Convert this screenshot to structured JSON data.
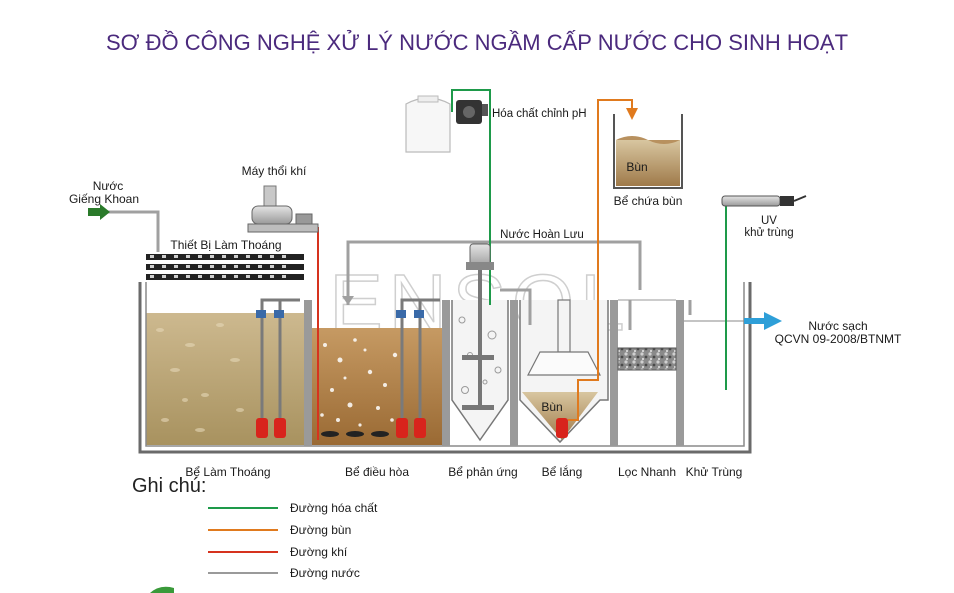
{
  "title": "SƠ ĐỒ CÔNG NGHỆ XỬ LÝ NƯỚC NGẦM CẤP NƯỚC CHO SINH HOẠT",
  "watermark": "ENSOL",
  "labels": {
    "input_water_line1": "Nước",
    "input_water_line2": "Giếng Khoan",
    "blower": "Máy thổi khí",
    "aerator_device": "Thiết Bị Làm Thoáng",
    "chemical": "Hóa chất chỉnh pH",
    "return_water": "Nước Hoàn Lưu",
    "sludge_tank": "Bể chứa bùn",
    "sludge_in_tank": "Bùn",
    "sludge_in_settler": "Bùn",
    "uv_line1": "UV",
    "uv_line2": "khử trùng",
    "output_line1": "Nước sạch",
    "output_line2": "QCVN 09-2008/BTNMT"
  },
  "tanks": [
    "Bể Làm Thoáng",
    "Bể điều hòa",
    "Bể phản ứng",
    "Bể lắng",
    "Lọc Nhanh",
    "Khử Trùng"
  ],
  "legend": {
    "heading": "Ghi chú:",
    "items": [
      {
        "label": "Đường hóa chất",
        "color": "#1e9a4a"
      },
      {
        "label": "Đường bùn",
        "color": "#e07a1e"
      },
      {
        "label": "Đường khí",
        "color": "#d6331e"
      },
      {
        "label": "Đường nước",
        "color": "#9a9a9a"
      }
    ]
  },
  "colors": {
    "title": "#4b2a7d",
    "tank_outline": "#555555",
    "sand": "#c9b48c",
    "equalization": "#b8864e",
    "water_arrow": "#2e9fd8",
    "pump_red": "#d8241c"
  }
}
